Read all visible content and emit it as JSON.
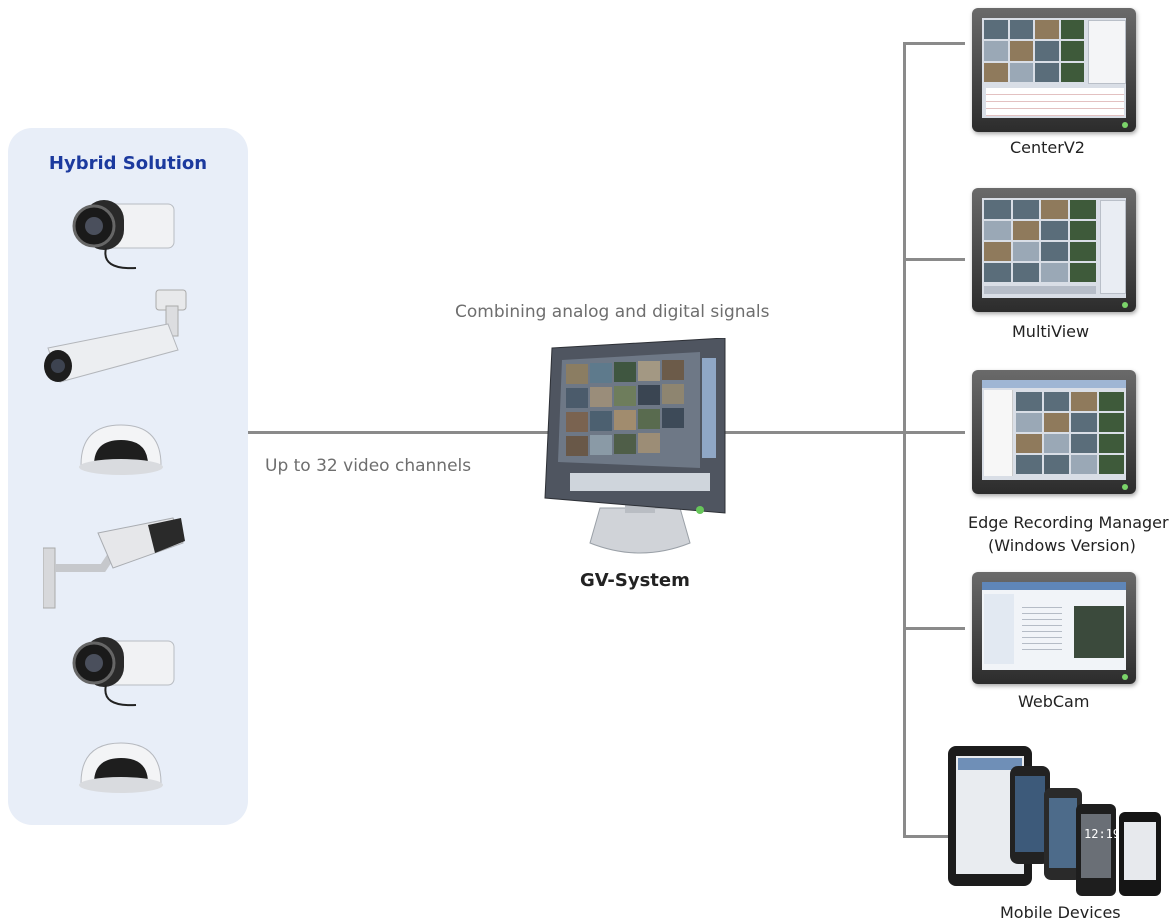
{
  "panel": {
    "title": "Hybrid Solution"
  },
  "captions": {
    "combining": "Combining analog and digital signals",
    "channels": "Up to 32 video channels"
  },
  "center": {
    "label": "GV-System"
  },
  "devices": [
    {
      "label": "CenterV2"
    },
    {
      "label": "MultiView"
    },
    {
      "label": "Edge Recording Manager",
      "sublabel": "(Windows Version)"
    },
    {
      "label": "WebCam"
    },
    {
      "label": "Mobile Devices"
    }
  ]
}
